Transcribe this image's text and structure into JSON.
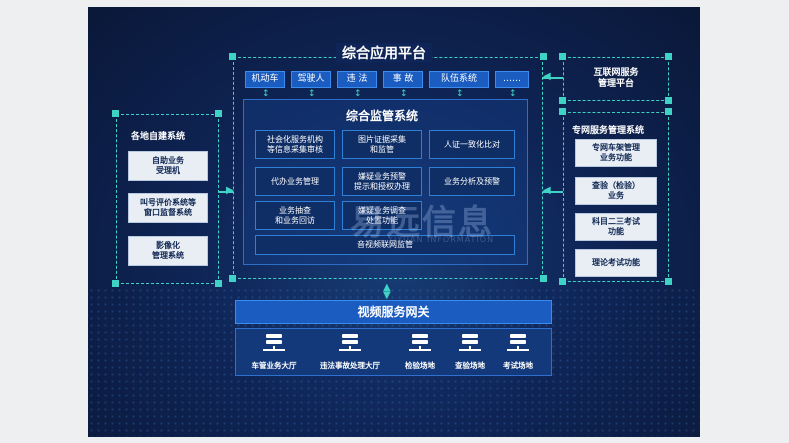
{
  "platform_title": "综合应用平台",
  "top_tabs": [
    "机动车",
    "驾驶人",
    "违 法",
    "事 故",
    "队伍系统",
    "……"
  ],
  "supervision": {
    "title": "综合监管系统",
    "cells": [
      "社会化服务机构\n等信息采集审核",
      "图片证据采集\n和监管",
      "人证一致化比对",
      "代办业务管理",
      "嫌疑业务预警\n提示和授权办理",
      "业务分析及预警",
      "业务抽查\n和业务回访",
      "嫌疑业务调查\n处置功能"
    ],
    "bottom": "音视频联网监管"
  },
  "left_system": {
    "title": "各地自建系统",
    "items": [
      "自助业务\n受理机",
      "叫号评价系统等\n窗口监督系统",
      "影像化\n管理系统"
    ]
  },
  "internet_platform": "互联网服务\n管理平台",
  "right_system": {
    "title": "专网服务管理系统",
    "items": [
      "专网车架管理\n业务功能",
      "查验（检验）\n业务",
      "科目二三考试\n功能",
      "理论考试功能"
    ]
  },
  "gateway": "视频服务网关",
  "sites": [
    "车管业务大厅",
    "违法事故处理大厅",
    "检验场地",
    "查验场地",
    "考试场地"
  ],
  "watermark": {
    "cn": "易远信息",
    "en": "YIYUAN INFORMATION"
  }
}
